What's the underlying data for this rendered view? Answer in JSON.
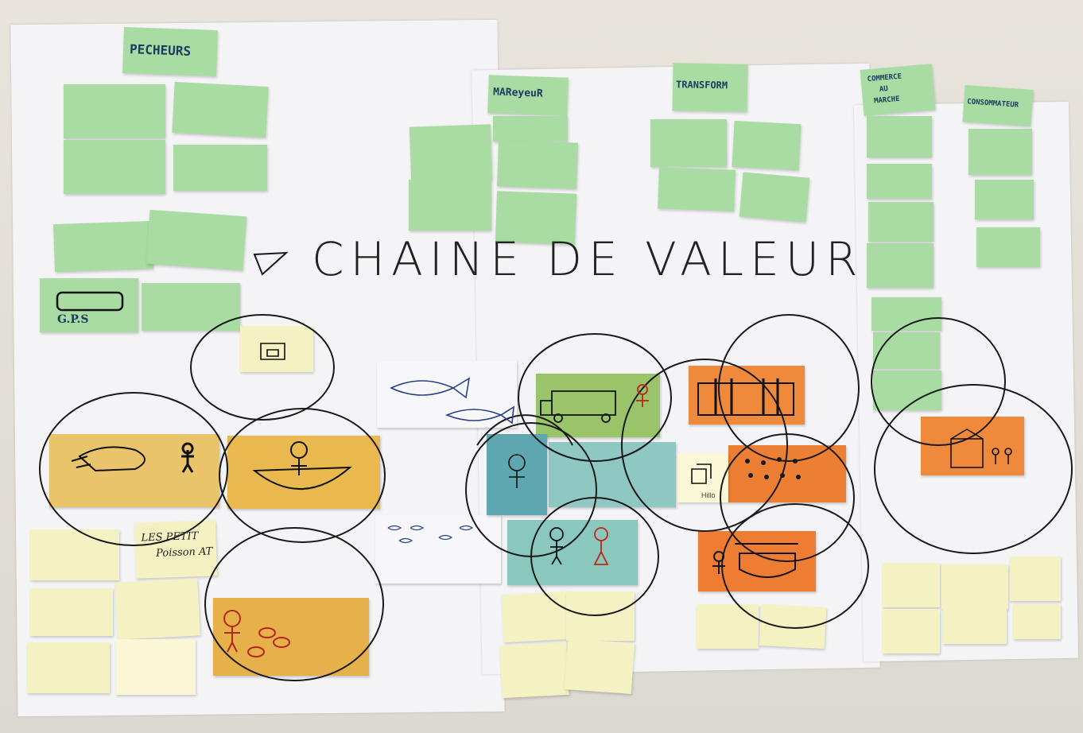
{
  "headers": {
    "pecheurs": "PECHEURS",
    "mareyeurs": "MAReyeuR",
    "transformateurs": "TRANSFORM",
    "commerce": [
      "COMMERCE",
      "AU",
      "MARCHE"
    ],
    "consommateur": "CONSOMMATEUR"
  },
  "title": "CHAINE DE VALEUR",
  "note_texts": {
    "gps": "G.P.S",
    "petit_poisson": [
      "LES PETIT",
      "Poisson AT"
    ],
    "paper_tag": "Hillo"
  }
}
